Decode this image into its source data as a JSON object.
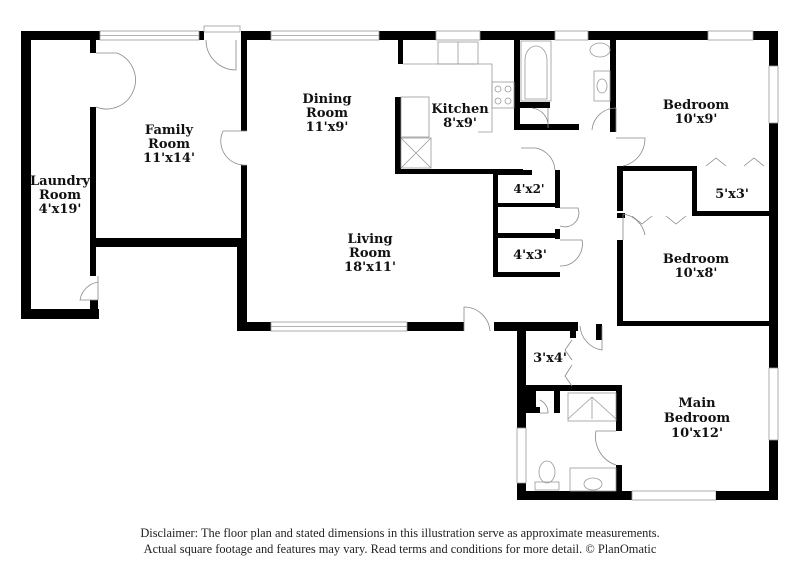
{
  "rooms": {
    "laundry": {
      "name_line1": "Laundry",
      "name_line2": "Room",
      "dims": "4'x19'"
    },
    "family": {
      "name_line1": "Family",
      "name_line2": "Room",
      "dims": "11'x14'"
    },
    "dining": {
      "name_line1": "Dining",
      "name_line2": "Room",
      "dims": "11'x9'"
    },
    "kitchen": {
      "name": "Kitchen",
      "dims": "8'x9'"
    },
    "bedroom1": {
      "name": "Bedroom",
      "dims": "10'x9'"
    },
    "closet_5x3": {
      "dims": "5'x3'"
    },
    "closet_4x2": {
      "dims": "4'x2'"
    },
    "closet_4x3": {
      "dims": "4'x3'"
    },
    "bedroom2": {
      "name": "Bedroom",
      "dims": "10'x8'"
    },
    "living": {
      "name_line1": "Living",
      "name_line2": "Room",
      "dims": "18'x11'"
    },
    "closet_3x4": {
      "dims": "3'x4'"
    },
    "main_bedroom": {
      "name_line1": "Main",
      "name_line2": "Bedroom",
      "dims": "10'x12'"
    }
  },
  "disclaimer": {
    "line1": "Disclaimer: The floor plan and stated dimensions in this illustration serve as approximate measurements.",
    "line2": "Actual square footage and features may vary. Read terms and conditions for more detail. © PlanOmatic"
  }
}
